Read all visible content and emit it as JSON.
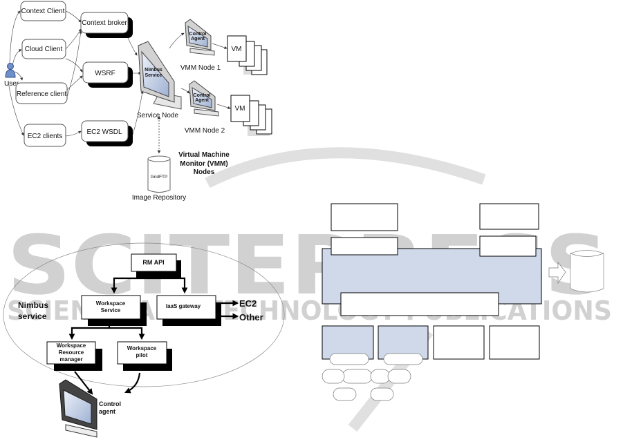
{
  "top_diagram": {
    "clients": [
      "Context Client",
      "Cloud Client",
      "Reference client",
      "EC2 clients"
    ],
    "user_label": "User",
    "front_ends": [
      "Context broker",
      "WSRF",
      "EC2 WSDL"
    ],
    "service_screen_label": "Nimbus Service",
    "service_node_label": "Service Node",
    "agent_screen_label": "Control Agent",
    "vmm_nodes": [
      "VMM Node 1",
      "VMM Node 2"
    ],
    "vm_label": "VM",
    "vmm_caption": [
      "Virtual Machine",
      "Monitor (VMM)",
      "Nodes"
    ],
    "repository_inner": "GridFTP",
    "repository_label": "Image Repository"
  },
  "bottom_diagram": {
    "group_label": [
      "Nimbus",
      "service"
    ],
    "rm_api": "RM API",
    "workspace_service": [
      "Workspace",
      "Service"
    ],
    "iaas_gateway": "IaaS gateway",
    "outputs": [
      "EC2",
      "Other"
    ],
    "resource_manager": [
      "Workspace",
      "Resource",
      "manager"
    ],
    "pilot": [
      "Workspace",
      "pilot"
    ],
    "control_agent": [
      "Control",
      "agent"
    ]
  },
  "watermark": {
    "main": "SCITEPRESS",
    "sub": "SCIENCE AND TECHNOLOGY PUBLICATIONS"
  },
  "colors": {
    "accent_fill": "#cfd9ea",
    "shadow": "#000000"
  }
}
